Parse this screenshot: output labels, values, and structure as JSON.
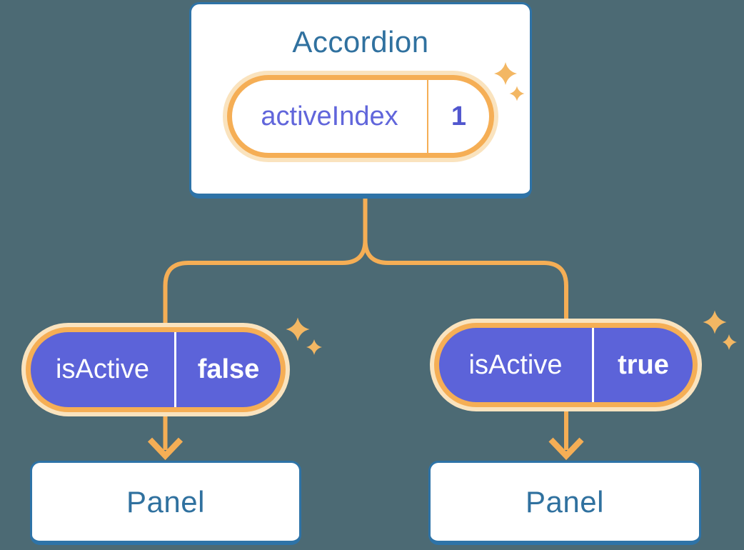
{
  "background_color": "#4C6A74",
  "colors": {
    "card_border_blue": "#2E73A7",
    "heading_blue": "#30719F",
    "connector_orange": "#F5AE55",
    "halo_cream": "#FAE3BE",
    "sparkle_orange": "#F3B763",
    "pill_purple": "#5C63D9",
    "state_label_purple": "#6166DB",
    "state_value_purple": "#5157CE",
    "white": "#FFFFFF"
  },
  "accordion": {
    "title": "Accordion",
    "state_pill": {
      "label": "activeIndex",
      "value": "1"
    }
  },
  "branches": [
    {
      "prop_pill": {
        "label": "isActive",
        "value": "false"
      },
      "panel": {
        "title": "Panel"
      }
    },
    {
      "prop_pill": {
        "label": "isActive",
        "value": "true"
      },
      "panel": {
        "title": "Panel"
      }
    }
  ]
}
